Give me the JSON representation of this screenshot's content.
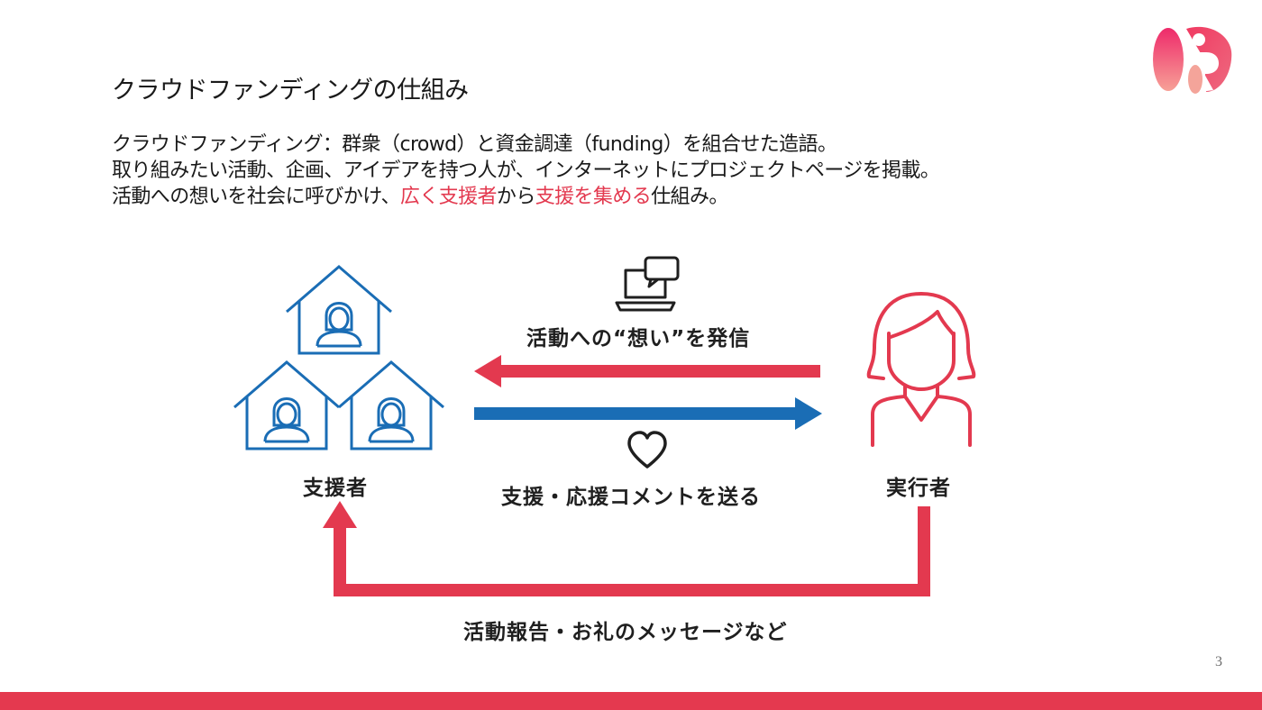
{
  "slide": {
    "title": "クラウドファンディングの仕組み",
    "description": {
      "line1": "クラウドファンディング：群衆（crowd）と資金調達（funding）を組合せた造語。",
      "line2": "取り組みたい活動、企画、アイデアを持つ人が、インターネットにプロジェクトページを掲載。",
      "line3_part1": "活動への想いを社会に呼びかけ、",
      "line3_highlight1": "広く支援者",
      "line3_part2": "から",
      "line3_highlight2": "支援を集める",
      "line3_part3": "仕組み。"
    },
    "page_number": "3"
  },
  "diagram": {
    "supporters_label": "支援者",
    "executor_label": "実行者",
    "top_arrow_label": "活動への“想い”を発信",
    "middle_arrow_label": "支援・応援コメントを送る",
    "bottom_arrow_label": "活動報告・お礼のメッセージなど"
  },
  "colors": {
    "accent_red": "#e3394f",
    "accent_blue": "#1a6db5",
    "footer_bar": "#e4394f"
  },
  "icons": [
    "app-logo-icon",
    "house-person-icon",
    "laptop-chat-icon",
    "heart-icon",
    "person-icon"
  ]
}
